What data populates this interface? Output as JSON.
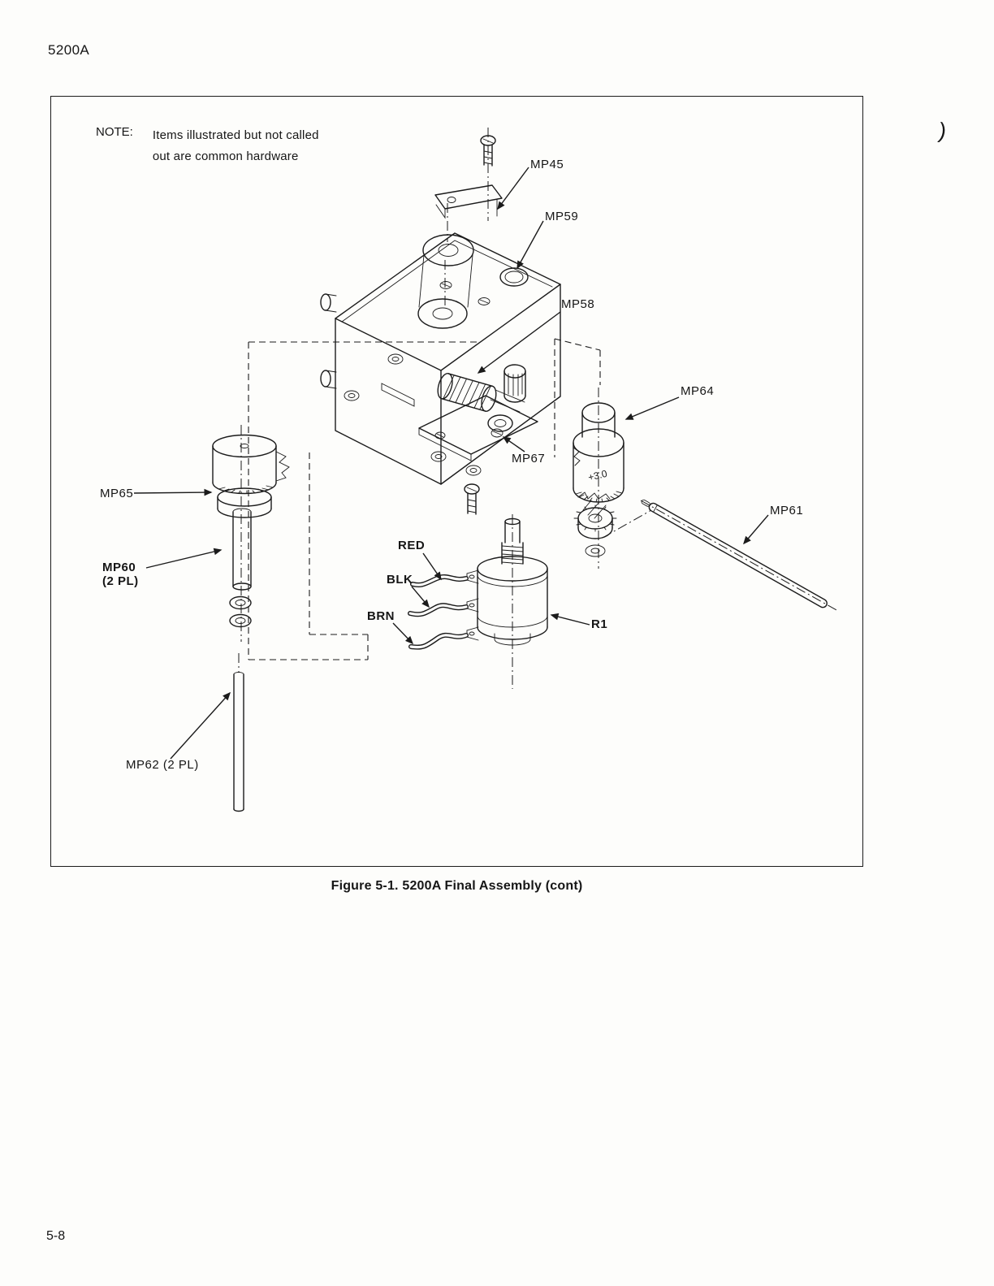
{
  "page": {
    "model_header": "5200A",
    "page_number": "5-8",
    "print_artifact": ")"
  },
  "note": {
    "label": "NOTE:",
    "line1": "Items illustrated but not called",
    "line2": "out are common hardware"
  },
  "figure": {
    "caption": "Figure 5-1. 5200A Final Assembly (cont)",
    "dial_marking": "+3.0"
  },
  "callouts": {
    "mp45": "MP45",
    "mp59": "MP59",
    "mp58": "MP58",
    "mp64": "MP64",
    "mp67": "MP67",
    "mp65": "MP65",
    "mp60_line1": "MP60",
    "mp60_line2": "(2 PL)",
    "mp61": "MP61",
    "wire_red": "RED",
    "wire_blk": "BLK",
    "wire_brn": "BRN",
    "r1": "R1",
    "mp62": "MP62 (2 PL)"
  }
}
